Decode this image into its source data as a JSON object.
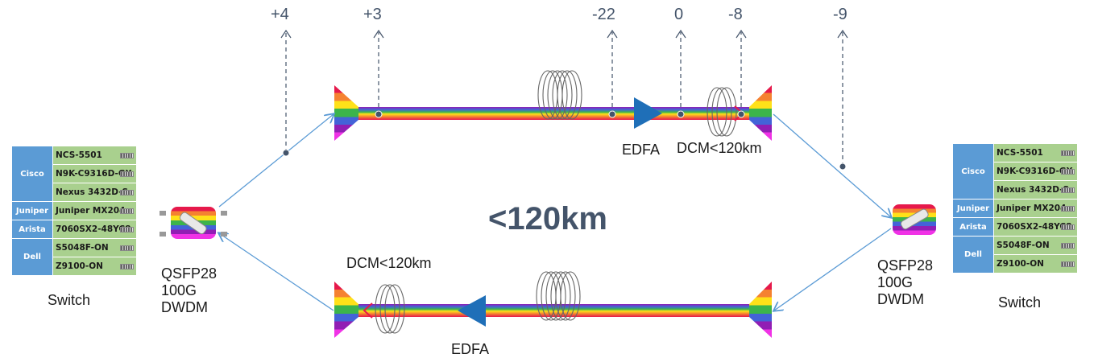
{
  "distance_label": "<120km",
  "power_levels": [
    "+4",
    "+3",
    "-22",
    "0",
    "-8",
    "-9"
  ],
  "top_path": {
    "edfa_label": "EDFA",
    "dcm_label": "DCM<120km"
  },
  "bottom_path": {
    "edfa_label": "EDFA",
    "dcm_label": "DCM<120km"
  },
  "transceiver": {
    "left": [
      "QSFP28",
      "100G",
      "DWDM"
    ],
    "right": [
      "QSFP28",
      "100G",
      "DWDM"
    ]
  },
  "switch_left": {
    "label": "Switch",
    "groups": [
      {
        "vendor": "Cisco",
        "models": [
          "NCS-5501",
          "N9K-C9316D-GX",
          "Nexus 3432D-S"
        ]
      },
      {
        "vendor": "Juniper",
        "models": [
          "Juniper MX204"
        ]
      },
      {
        "vendor": "Arista",
        "models": [
          "7060SX2-48YC8"
        ]
      },
      {
        "vendor": "Dell",
        "models": [
          "S5048F-ON",
          "Z9100-ON"
        ]
      }
    ]
  },
  "switch_right": {
    "label": "Switch",
    "groups": [
      {
        "vendor": "Cisco",
        "models": [
          "NCS-5501",
          "N9K-C9316D-GX",
          "Nexus 3432D-S"
        ]
      },
      {
        "vendor": "Juniper",
        "models": [
          "Juniper MX204"
        ]
      },
      {
        "vendor": "Arista",
        "models": [
          "7060SX2-48YC8"
        ]
      },
      {
        "vendor": "Dell",
        "models": [
          "S5048F-ON",
          "Z9100-ON"
        ]
      }
    ]
  },
  "colors": {
    "rainbow": [
      "#e6194b",
      "#f58231",
      "#ffe119",
      "#3cb44b",
      "#4363d8",
      "#911eb4",
      "#f032e6"
    ],
    "connector": "#5b9bd5",
    "edfa": "#1f6fb8",
    "vendor_cell": "#5b9bd5",
    "model_cell": "#a9d08e",
    "power_text": "#44546a"
  }
}
